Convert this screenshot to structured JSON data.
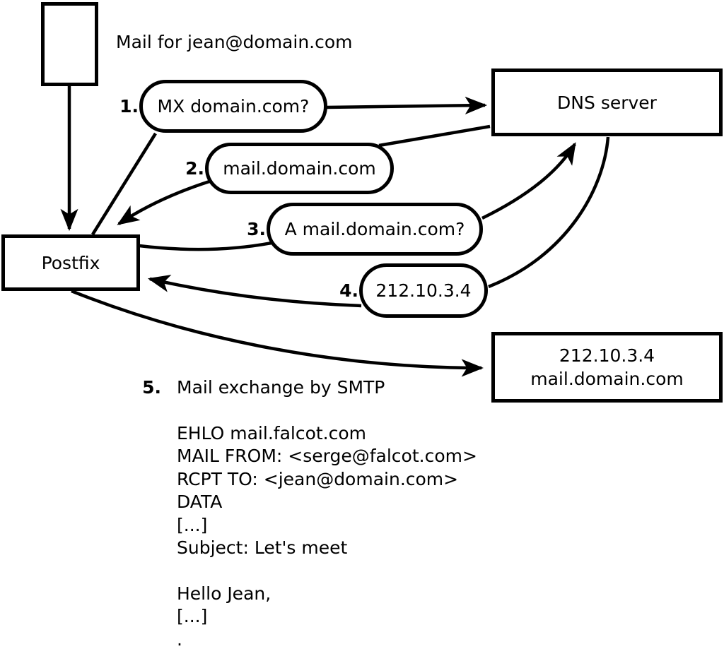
{
  "diagram": {
    "mail_label": "Mail for jean@domain.com",
    "nodes": {
      "sender": "Postfix",
      "dns": "DNS server",
      "destination_line1": "212.10.3.4",
      "destination_line2": "mail.domain.com"
    },
    "steps": [
      {
        "num": "1.",
        "label": "MX domain.com?"
      },
      {
        "num": "2.",
        "label": "mail.domain.com"
      },
      {
        "num": "3.",
        "label": "A mail.domain.com?"
      },
      {
        "num": "4.",
        "label": "212.10.3.4"
      },
      {
        "num": "5.",
        "label": "Mail exchange by SMTP"
      }
    ],
    "smtp_session": [
      "EHLO mail.falcot.com",
      "MAIL FROM: <serge@falcot.com>",
      "RCPT TO: <jean@domain.com>",
      "DATA",
      "[...]",
      "Subject: Let's meet",
      "",
      "Hello Jean,",
      "[...]",
      "."
    ],
    "colors": {
      "stroke": "#000000",
      "background": "#ffffff"
    }
  }
}
